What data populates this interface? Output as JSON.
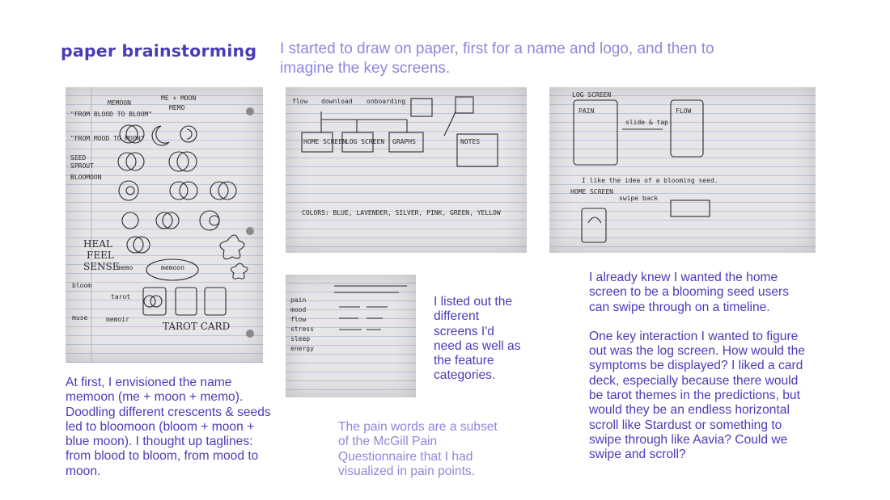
{
  "heading": "paper brainstorming",
  "intro": "I started to draw on paper, first for a name and logo, and then to imagine the key screens.",
  "photos": {
    "logo_sketches": {
      "notes": [
        "MEMOON",
        "ME + MOON",
        "MEMO",
        "\"FROM BLOOD TO BLOOM\"",
        "\"FROM MOOD TO MOON\"",
        "SEED",
        "SPROUT",
        "BLOOMOON",
        "HEAL",
        "FEEL",
        "SENSE",
        "memo",
        "memoon",
        "TAROT CARD",
        "tarot",
        "bloom",
        "muse",
        "memoir"
      ]
    },
    "flow_sketch": {
      "notes": [
        "flow",
        "download",
        "onboarding",
        "HOME SCREEN",
        "LOG SCREEN",
        "GRAPHS",
        "NOTES",
        "COLORS: BLUE, LAVENDER, SILVER, PINK, GREEN, YELLOW"
      ]
    },
    "screen_list": {
      "notes": [
        "pain",
        "mood",
        "flow",
        "stress",
        "sleep",
        "energy"
      ]
    },
    "log_screen_sketch": {
      "notes": [
        "LOG SCREEN",
        "PAIN",
        "FLOW",
        "slide & tap",
        "I like the idea of a blooming seed.",
        "HOME SCREEN",
        "swipe back"
      ]
    }
  },
  "captions": {
    "left": "At first, I envisioned the name memoon (me + moon + memo). Doodling different crescents & seeds led to bloomoon (bloom + moon + blue moon). I thought up taglines: from blood to bloom, from mood to moon.",
    "middle_right": "I listed out the different screens I'd need as well as the feature categories.",
    "middle_bottom": "The pain words are a subset of the McGill Pain Questionnaire that I had visualized in pain points.",
    "right_1": "I already knew I wanted the home screen to be a blooming seed users can swipe through on a timeline.",
    "right_2": "One key interaction I wanted to figure out was the log screen. How would the symptoms be displayed? I liked a card deck, especially because there would be tarot themes in the predictions, but would they be an endless horizontal scroll like Stardust or something to swipe through like Aavia? Could we swipe and scroll?"
  },
  "colors": {
    "heading": "#4a3bb8",
    "body_text": "#4a3bb8",
    "light_text": "#8f86dc",
    "paper": "#e6e6e9"
  }
}
